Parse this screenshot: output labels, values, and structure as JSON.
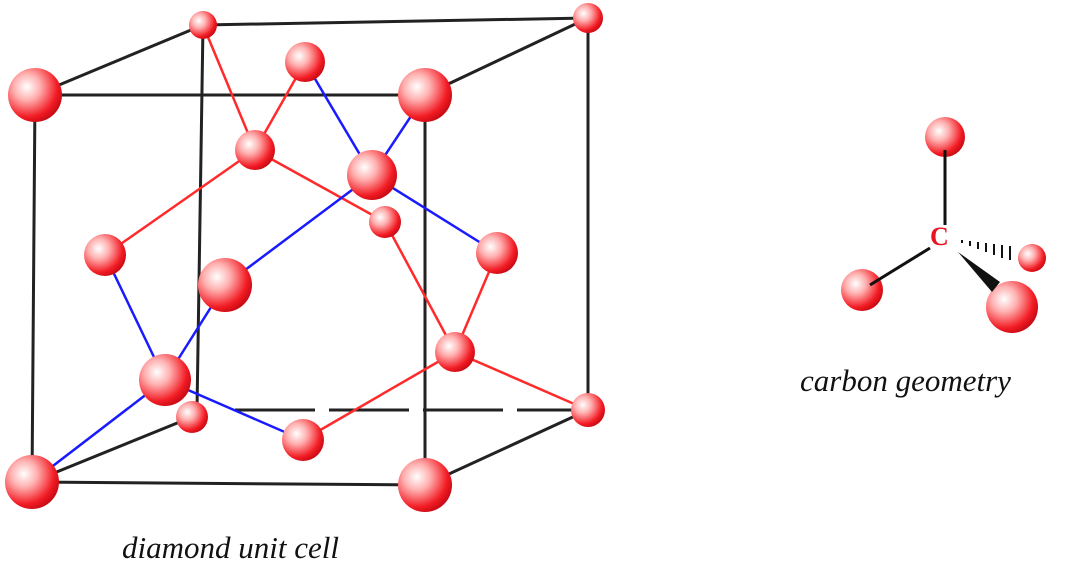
{
  "labels": {
    "diamond": "diamond unit cell",
    "carbon": "carbon geometry",
    "carbon_symbol": "C"
  },
  "colors": {
    "atom": "#ff3333",
    "front_bond": "#1a1aff",
    "back_bond": "#ff2a2a",
    "cube_edge": "#111111"
  }
}
